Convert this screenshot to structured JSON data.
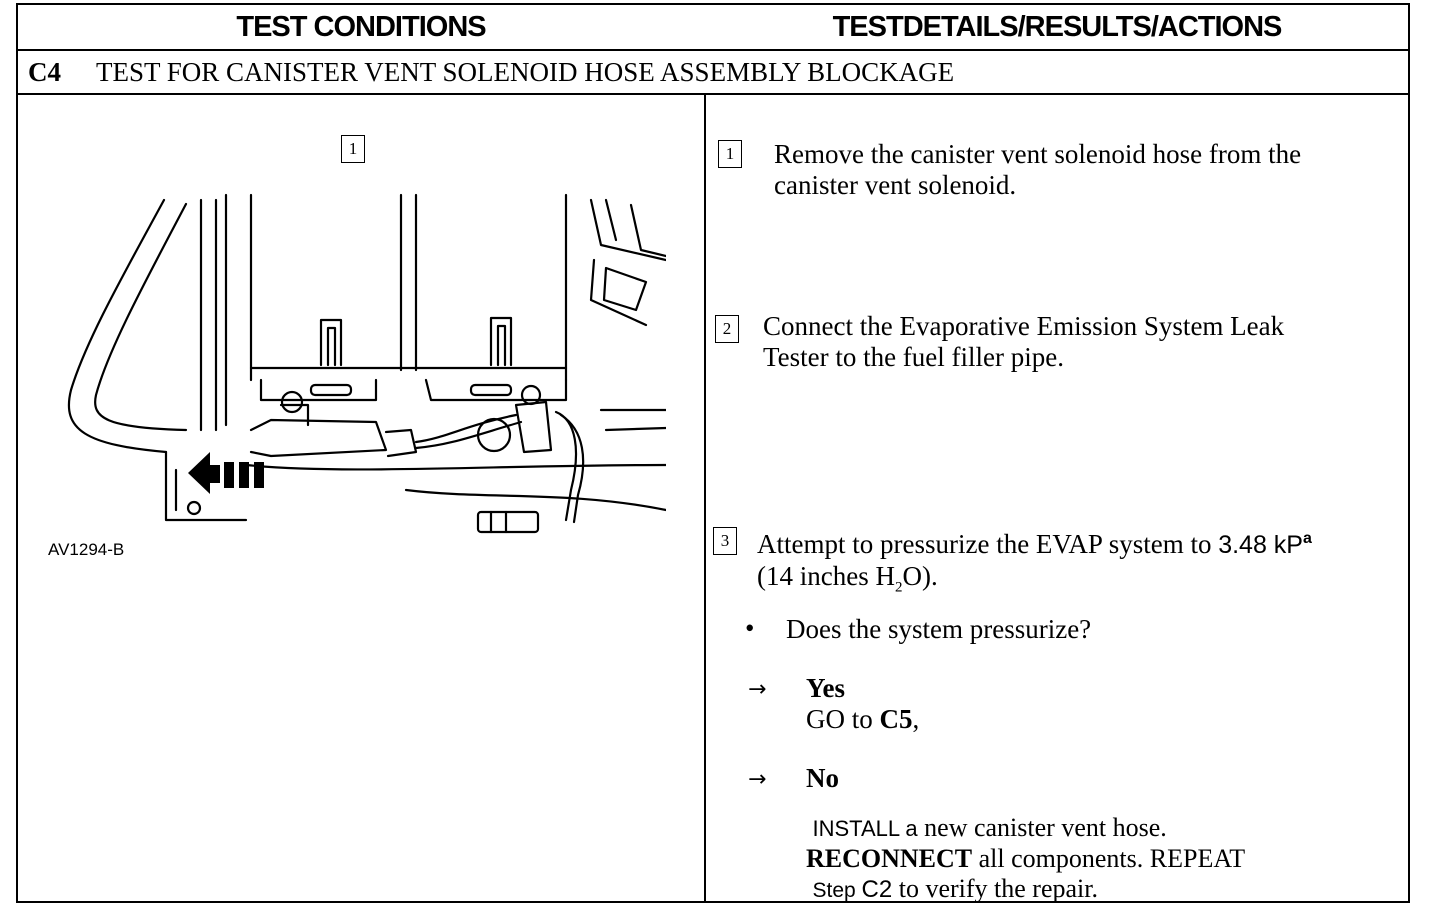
{
  "header": {
    "left": "TEST CONDITIONS",
    "right": "TESTDETAILS/RESULTS/ACTIONS"
  },
  "test": {
    "code": "C4",
    "title": "TEST FOR CANISTER VENT SOLENOID HOSE ASSEMBLY BLOCKAGE"
  },
  "figure": {
    "step_label": "1",
    "code": "AV1294-B"
  },
  "steps": [
    {
      "num": "1",
      "line1": "Remove the canister vent solenoid hose from the",
      "line2": "canister vent solenoid."
    },
    {
      "num": "2",
      "line1": "Connect the Evaporative Emission System Leak",
      "line2": "Tester to the fuel filler pipe."
    },
    {
      "num": "3",
      "line1_a": "Attempt to pressurize the EVAP  system to ",
      "line1_b": "3.48 kP",
      "line1_c": "a",
      "line2_a": "(14 inches H",
      "line2_b": "2",
      "line2_c": "O)."
    }
  ],
  "question": {
    "bullet": "•",
    "text": "Does the system pressurize?"
  },
  "answers": {
    "arrow": "→",
    "yes_label": "Yes",
    "yes_action_a": "GO to ",
    "yes_action_b": "C5",
    "yes_action_c": ",",
    "no_label": "No",
    "no_line1_a": "INSTALL a",
    "no_line1_b": "  new canister vent hose.",
    "no_line2_a": "RECONNECT",
    "no_line2_b": " all components. REPEAT",
    "no_line3_a": "Step ",
    "no_line3_b": "C2",
    "no_line3_c": " to verify the repair."
  }
}
